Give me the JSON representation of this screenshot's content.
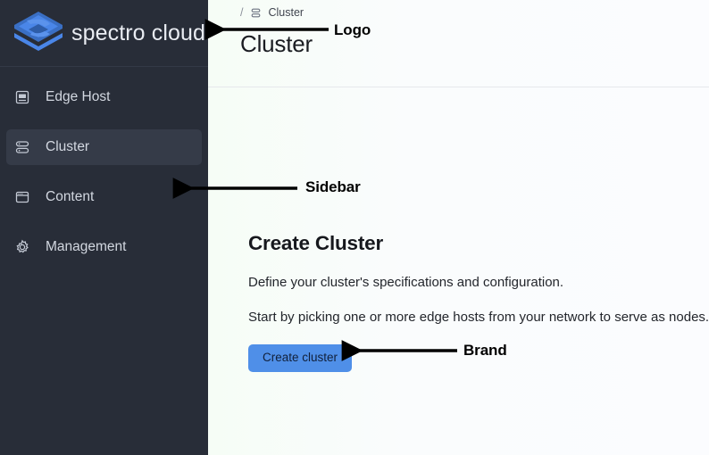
{
  "brand": {
    "name": "spectro cloud",
    "logo_icon": "spectro-cloud-hexagon-s-logo",
    "logo_color": "#4a86e8",
    "accent_color": "#4f8fe8"
  },
  "sidebar": {
    "background_color": "#282d38",
    "active_item_color": "#353b48",
    "items": [
      {
        "label": "Edge Host",
        "icon": "edge-host-icon",
        "active": false
      },
      {
        "label": "Cluster",
        "icon": "cluster-icon",
        "active": true
      },
      {
        "label": "Content",
        "icon": "content-icon",
        "active": false
      },
      {
        "label": "Management",
        "icon": "gear-icon",
        "active": false
      }
    ]
  },
  "breadcrumb": {
    "separator": "/",
    "icon": "cluster-icon",
    "label": "Cluster"
  },
  "header": {
    "title": "Cluster"
  },
  "main": {
    "heading": "Create Cluster",
    "paragraph_1": "Define your cluster's specifications and configuration.",
    "paragraph_2": "Start by picking one or more edge hosts from your network to serve as nodes.",
    "cta_label": "Create cluster"
  },
  "annotations": [
    {
      "label": "Logo",
      "target": "logo"
    },
    {
      "label": "Sidebar",
      "target": "sidebar"
    },
    {
      "label": "Brand",
      "target": "cta-button"
    }
  ]
}
